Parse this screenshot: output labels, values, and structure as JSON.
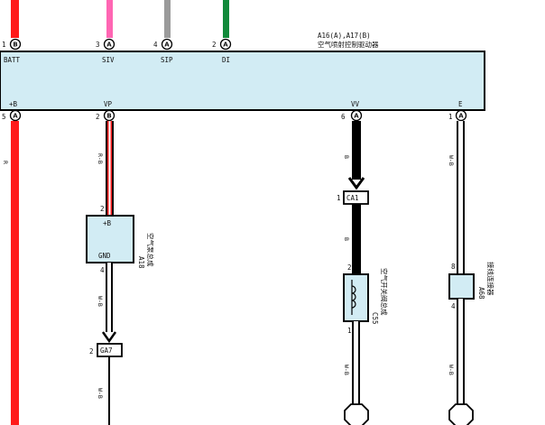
{
  "colors": {
    "red": "#ff1a1a",
    "pink": "#ff66b3",
    "gray": "#9a9a9a",
    "green": "#118a3a",
    "box_fill": "#d2ecf4",
    "black": "#000000"
  },
  "ecu": {
    "ref": "A16(A),A17(B)",
    "name": "空气喷射控制驱动器",
    "top_pins": [
      {
        "num": "1",
        "conn": "B",
        "label": "BATT"
      },
      {
        "num": "3",
        "conn": "A",
        "label": "SIV"
      },
      {
        "num": "4",
        "conn": "A",
        "label": "SIP"
      },
      {
        "num": "2",
        "conn": "A",
        "label": "DI"
      }
    ],
    "bottom_pins": [
      {
        "num": "5",
        "conn": "A",
        "label": "+B"
      },
      {
        "num": "2",
        "conn": "B",
        "label": "VP"
      },
      {
        "num": "6",
        "conn": "A",
        "label": "VV"
      },
      {
        "num": "1",
        "conn": "A",
        "label": "E"
      }
    ]
  },
  "wires": {
    "batt": "R",
    "vp": "R-B",
    "vv_upper": "B",
    "vv_lower": "B",
    "e": "W-B",
    "pump_out": "W-B",
    "pump_lower": "W-B",
    "valve_out": "W-B"
  },
  "pump": {
    "ref": "A18",
    "name": "空气泵总成",
    "pin_top": "2",
    "pin_bottom": "4",
    "label_top": "+B",
    "label_bottom": "GND"
  },
  "valve": {
    "ref": "C55",
    "name": "空气开关阀总成",
    "pin_top": "2",
    "pin_bottom": "1"
  },
  "jconn": {
    "ref": "A68",
    "name": "接线连接器",
    "pin_top": "8",
    "pin_bottom": "4"
  },
  "connectors": {
    "ca1": {
      "pin": "1",
      "label": "CA1"
    },
    "ga7": {
      "pin": "2",
      "label": "GA7"
    }
  }
}
